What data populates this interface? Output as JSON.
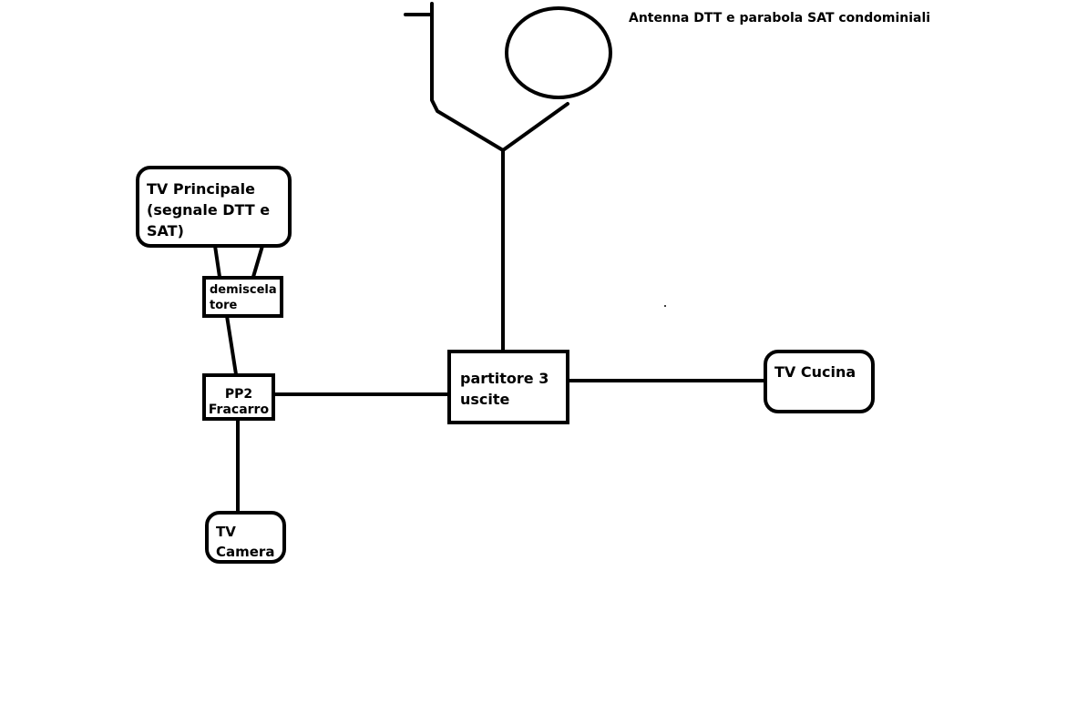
{
  "title": "Antenna DTT e parabola SAT condominiali",
  "nodes": {
    "tv_principale": "TV Principale\n(segnale DTT e\nSAT)",
    "demiscelatore": "demiscela\ntore",
    "pp2": "PP2\nFracarro",
    "tv_camera": "TV\nCamera",
    "partitore": "partitore 3\nuscite",
    "tv_cucina": "TV Cucina"
  },
  "colors": {
    "line": "#000000",
    "background": "#ffffff"
  }
}
